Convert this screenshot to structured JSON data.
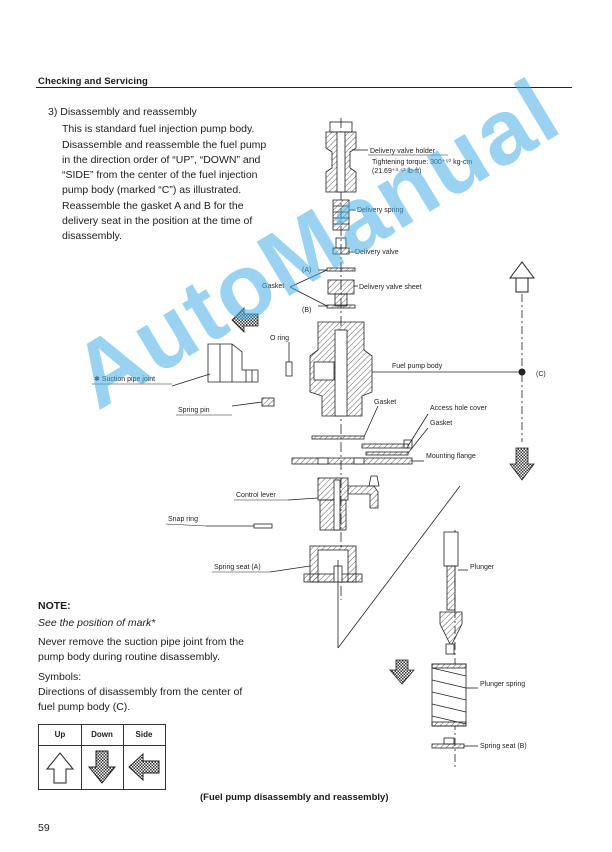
{
  "header": {
    "title": "Checking and Servicing"
  },
  "section": {
    "heading": "3)  Disassembly and reassembly",
    "intro_lines": [
      "This is standard fuel injection pump body.",
      "Disassemble and reassemble the fuel pump",
      "in the direction order of “UP”, “DOWN” and",
      "“SIDE” from the center of the fuel injection",
      "pump body (marked “C”) as illustrated.",
      "Reassemble the gasket A and B for the",
      "delivery seat in the position at the time of",
      "disassembly."
    ]
  },
  "diagram": {
    "labels": {
      "delivery_valve_holder": "Delivery valve holder",
      "torque_line1": "Tightening torque: 300⁺⁵⁰ kg-cm",
      "torque_line2": "(21.69⁺³·⁶² lb-ft)",
      "delivery_spring": "Delivery spring",
      "delivery_valve": "Delivery valve",
      "gasket_a": "(A)",
      "gasket": "Gasket",
      "delivery_valve_sheet": "Delivery valve sheet",
      "gasket_b": "(B)",
      "o_ring": "O ring",
      "suction_pipe_joint": "✱ Suction pipe joint",
      "fuel_pump_body": "Fuel pump body",
      "center_mark": "(C)",
      "spring_pin": "Spring pin",
      "gasket_2": "Gasket",
      "access_hole_cover": "Access hole cover",
      "gasket_3": "Gasket",
      "mounting_flange": "Mounting flange",
      "control_lever": "Control lever",
      "snap_ring": "Snap ring",
      "spring_seat_a": "Spring seat (A)",
      "plunger": "Plunger",
      "plunger_spring": "Plunger spring",
      "spring_seat_b": "Spring seat (B)"
    }
  },
  "note": {
    "heading": "NOTE:",
    "see_mark": "See the position of mark*",
    "warning_lines": [
      "Never remove the suction pipe joint from the",
      "pump body during routine disassembly."
    ],
    "symbols_heading": "Symbols:",
    "symbols_lines": [
      "Directions of disassembly from the center of",
      "fuel pump body (C)."
    ]
  },
  "symbols_table": {
    "headers": [
      "Up",
      "Down",
      "Side"
    ],
    "icons": [
      "arrow-up-icon",
      "arrow-down-icon",
      "arrow-left-icon"
    ]
  },
  "caption": "(Fuel pump disassembly and reassembly)",
  "page_number": "59",
  "watermark": "AutoManual",
  "colors": {
    "watermark": "#46afe6",
    "ink": "#1c1c1c"
  }
}
